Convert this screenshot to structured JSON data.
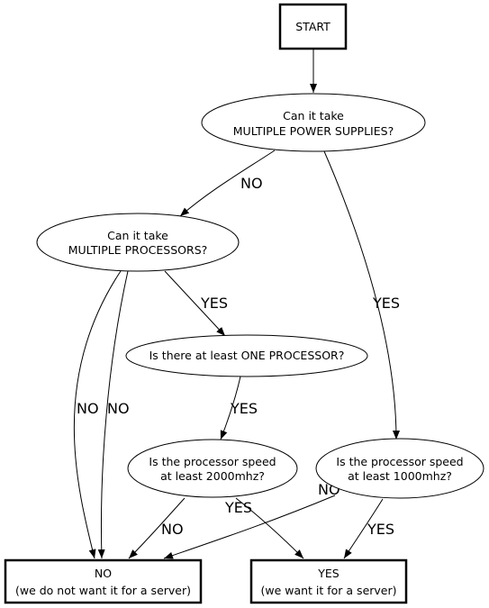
{
  "nodes": {
    "start": {
      "lines": [
        "START"
      ]
    },
    "q_power": {
      "lines": [
        "Can it take",
        "MULTIPLE POWER SUPPLIES?"
      ]
    },
    "q_procs": {
      "lines": [
        "Can it take",
        "MULTIPLE PROCESSORS?"
      ]
    },
    "q_one": {
      "lines": [
        "Is there at least ONE PROCESSOR?"
      ]
    },
    "q_2000": {
      "lines": [
        "Is the processor speed",
        "at least 2000mhz?"
      ]
    },
    "q_1000": {
      "lines": [
        "Is the processor speed",
        "at least 1000mhz?"
      ]
    },
    "end_no": {
      "lines": [
        "NO",
        "(we do not want it for a server)"
      ]
    },
    "end_yes": {
      "lines": [
        "YES",
        "(we want it for a server)"
      ]
    }
  },
  "edges": [
    {
      "from": "start",
      "to": "q_power",
      "label": ""
    },
    {
      "from": "q_power",
      "to": "q_procs",
      "label": "NO"
    },
    {
      "from": "q_power",
      "to": "q_1000",
      "label": "YES"
    },
    {
      "from": "q_procs",
      "to": "q_one",
      "label": "YES"
    },
    {
      "from": "q_procs",
      "to": "end_no",
      "label": "NO"
    },
    {
      "from": "q_procs",
      "to": "end_no",
      "label": "NO"
    },
    {
      "from": "q_one",
      "to": "q_2000",
      "label": "YES"
    },
    {
      "from": "q_2000",
      "to": "end_no",
      "label": "NO"
    },
    {
      "from": "q_2000",
      "to": "end_yes",
      "label": "YES"
    },
    {
      "from": "q_1000",
      "to": "end_no",
      "label": "NO"
    },
    {
      "from": "q_1000",
      "to": "end_yes",
      "label": "YES"
    }
  ]
}
